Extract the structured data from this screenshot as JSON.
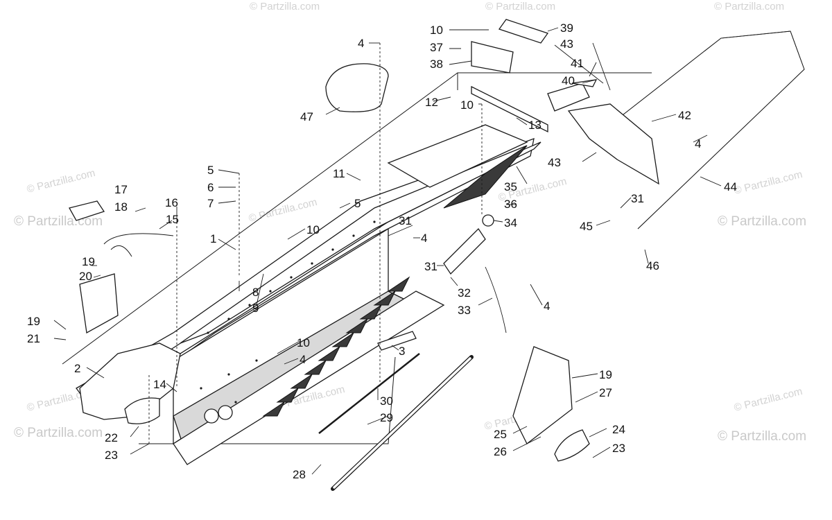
{
  "watermarks": {
    "site": "© Partzilla.com"
  },
  "callouts": [
    {
      "id": "c1",
      "text": "1"
    },
    {
      "id": "c2",
      "text": "2"
    },
    {
      "id": "c3",
      "text": "3"
    },
    {
      "id": "c4a",
      "text": "4"
    },
    {
      "id": "c4b",
      "text": "4"
    },
    {
      "id": "c4c",
      "text": "4"
    },
    {
      "id": "c4d",
      "text": "4"
    },
    {
      "id": "c4e",
      "text": "4"
    },
    {
      "id": "c5a",
      "text": "5"
    },
    {
      "id": "c5b",
      "text": "5"
    },
    {
      "id": "c6",
      "text": "6"
    },
    {
      "id": "c7",
      "text": "7"
    },
    {
      "id": "c8",
      "text": "8"
    },
    {
      "id": "c9",
      "text": "9"
    },
    {
      "id": "c10a",
      "text": "10"
    },
    {
      "id": "c10b",
      "text": "10"
    },
    {
      "id": "c10c",
      "text": "10"
    },
    {
      "id": "c10d",
      "text": "10"
    },
    {
      "id": "c11",
      "text": "11"
    },
    {
      "id": "c12",
      "text": "12"
    },
    {
      "id": "c13",
      "text": "13"
    },
    {
      "id": "c14",
      "text": "14"
    },
    {
      "id": "c15",
      "text": "15"
    },
    {
      "id": "c16",
      "text": "16"
    },
    {
      "id": "c17",
      "text": "17"
    },
    {
      "id": "c18",
      "text": "18"
    },
    {
      "id": "c19a",
      "text": "19"
    },
    {
      "id": "c19b",
      "text": "19"
    },
    {
      "id": "c19c",
      "text": "19"
    },
    {
      "id": "c20",
      "text": "20"
    },
    {
      "id": "c21",
      "text": "21"
    },
    {
      "id": "c22",
      "text": "22"
    },
    {
      "id": "c23a",
      "text": "23"
    },
    {
      "id": "c23b",
      "text": "23"
    },
    {
      "id": "c24",
      "text": "24"
    },
    {
      "id": "c25",
      "text": "25"
    },
    {
      "id": "c26",
      "text": "26"
    },
    {
      "id": "c27",
      "text": "27"
    },
    {
      "id": "c28",
      "text": "28"
    },
    {
      "id": "c29",
      "text": "29"
    },
    {
      "id": "c30",
      "text": "30"
    },
    {
      "id": "c31a",
      "text": "31"
    },
    {
      "id": "c31b",
      "text": "31"
    },
    {
      "id": "c31c",
      "text": "31"
    },
    {
      "id": "c32",
      "text": "32"
    },
    {
      "id": "c33",
      "text": "33"
    },
    {
      "id": "c34",
      "text": "34"
    },
    {
      "id": "c35",
      "text": "35"
    },
    {
      "id": "c36",
      "text": "36"
    },
    {
      "id": "c37",
      "text": "37"
    },
    {
      "id": "c38",
      "text": "38"
    },
    {
      "id": "c39",
      "text": "39"
    },
    {
      "id": "c40",
      "text": "40"
    },
    {
      "id": "c41",
      "text": "41"
    },
    {
      "id": "c42",
      "text": "42"
    },
    {
      "id": "c43a",
      "text": "43"
    },
    {
      "id": "c43b",
      "text": "43"
    },
    {
      "id": "c44",
      "text": "44"
    },
    {
      "id": "c45",
      "text": "45"
    },
    {
      "id": "c46",
      "text": "46"
    },
    {
      "id": "c47",
      "text": "47"
    }
  ]
}
